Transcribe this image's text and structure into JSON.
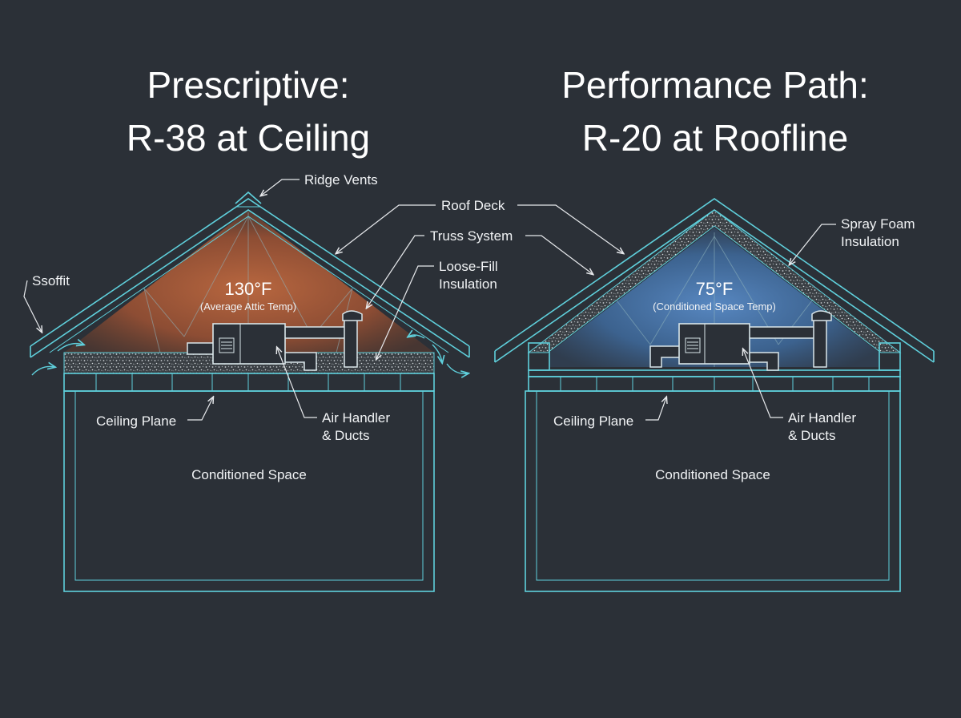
{
  "titles": {
    "left_line1": "Prescriptive:",
    "left_line2": "R-38 at Ceiling",
    "right_line1": "Performance Path:",
    "right_line2": "R-20 at Roofline"
  },
  "labels": {
    "ridge_vents": "Ridge Vents",
    "roof_deck": "Roof Deck",
    "truss_system": "Truss System",
    "soffit": "Ssoffit",
    "loose_fill_1": "Loose-Fill",
    "loose_fill_2": "Insulation",
    "spray_foam_1": "Spray Foam",
    "spray_foam_2": "Insulation",
    "ceiling_plane": "Ceiling Plane",
    "air_handler_1": "Air Handler",
    "air_handler_2": "& Ducts",
    "conditioned_space": "Conditioned Space"
  },
  "left": {
    "temp": "130°F",
    "temp_caption": "(Average Attic Temp)"
  },
  "right": {
    "temp": "75°F",
    "temp_caption": "(Conditioned Space Temp)"
  },
  "colors": {
    "background": "#2b3037",
    "outline": "#5fd0dc",
    "hot_attic": "#b7603a",
    "conditioned_attic": "#4f7fb8"
  }
}
